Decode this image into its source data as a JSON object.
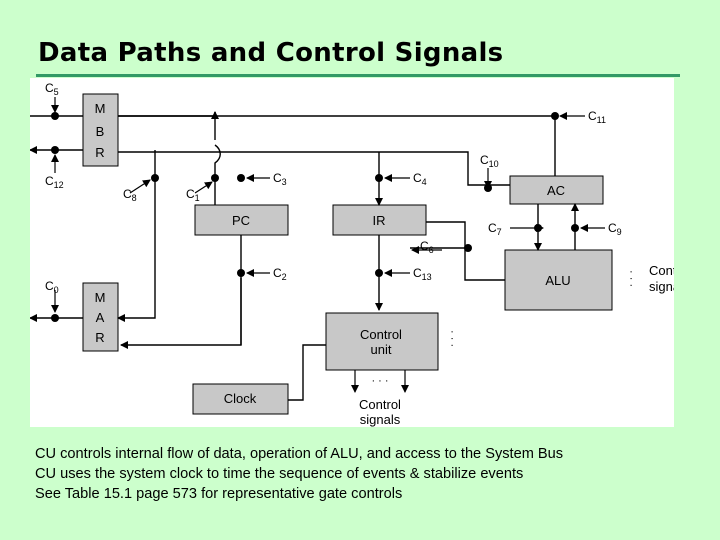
{
  "slide": {
    "title": "Data Paths and Control Signals"
  },
  "diagram": {
    "blocks": {
      "mbr": [
        "M",
        "B",
        "R"
      ],
      "mar": [
        "M",
        "A",
        "R"
      ],
      "pc": "PC",
      "ir": "IR",
      "ac": "AC",
      "alu": "ALU",
      "control_unit": [
        "Control",
        "unit"
      ],
      "clock": "Clock"
    },
    "signals": {
      "c0": {
        "base": "C",
        "sub": "0"
      },
      "c1": {
        "base": "C",
        "sub": "1"
      },
      "c2": {
        "base": "C",
        "sub": "2"
      },
      "c3": {
        "base": "C",
        "sub": "3"
      },
      "c4": {
        "base": "C",
        "sub": "4"
      },
      "c5": {
        "base": "C",
        "sub": "5"
      },
      "c6": {
        "base": "C",
        "sub": "6"
      },
      "c7": {
        "base": "C",
        "sub": "7"
      },
      "c8": {
        "base": "C",
        "sub": "8"
      },
      "c9": {
        "base": "C",
        "sub": "9"
      },
      "c10": {
        "base": "C",
        "sub": "10"
      },
      "c11": {
        "base": "C",
        "sub": "11"
      },
      "c12": {
        "base": "C",
        "sub": "12"
      },
      "c13": {
        "base": "C",
        "sub": "13"
      }
    },
    "alu_control_label": [
      "Control",
      "signals"
    ],
    "cu_output_label": [
      "Control",
      "signals"
    ],
    "dots": "· · ·"
  },
  "caption": [
    "CU controls internal flow of data, operation of ALU, and access to the System Bus",
    "CU uses the system clock to time the sequence of events & stabilize events",
    "See Table 15.1 page 573 for representative gate controls"
  ]
}
